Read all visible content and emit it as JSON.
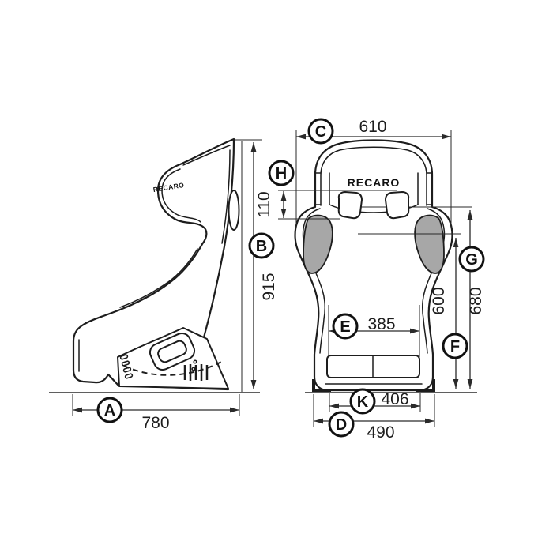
{
  "branding": {
    "side_logo": "RECARO",
    "front_logo": "RECARO"
  },
  "colors": {
    "line": "#1d1d1d",
    "pad": "#a7a7a7",
    "background": "#ffffff"
  },
  "dimensions": {
    "A": {
      "letter": "A",
      "value": "780"
    },
    "B": {
      "letter": "B",
      "value": "915"
    },
    "C": {
      "letter": "C",
      "value": "610"
    },
    "D": {
      "letter": "D",
      "value": "490"
    },
    "E": {
      "letter": "E",
      "value": "385"
    },
    "F": {
      "letter": "F",
      "value": "600"
    },
    "G": {
      "letter": "G",
      "value": "680"
    },
    "H": {
      "letter": "H",
      "value": "110"
    },
    "K": {
      "letter": "K",
      "value": "406"
    }
  }
}
